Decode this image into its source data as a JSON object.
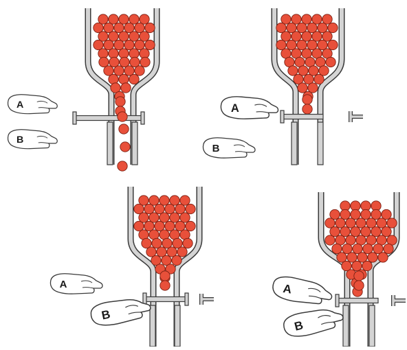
{
  "panels": [
    {
      "id": "panel-1",
      "hands": [
        "A",
        "B"
      ]
    },
    {
      "id": "panel-2",
      "hands": [
        "A",
        "B"
      ]
    },
    {
      "id": "panel-3",
      "hands": [
        "A",
        "B"
      ]
    },
    {
      "id": "panel-4",
      "hands": [
        "A",
        "B"
      ]
    }
  ],
  "colors": {
    "ball_fill": "#e8503a",
    "ball_stroke": "#7a1f12",
    "wall_fill": "#d4d4d4",
    "outline": "#3a3a3a",
    "hand_fill": "#ffffff"
  },
  "icons": {
    "ball": "ball-icon",
    "hand": "hand-icon",
    "gate": "gate-lever-icon"
  }
}
